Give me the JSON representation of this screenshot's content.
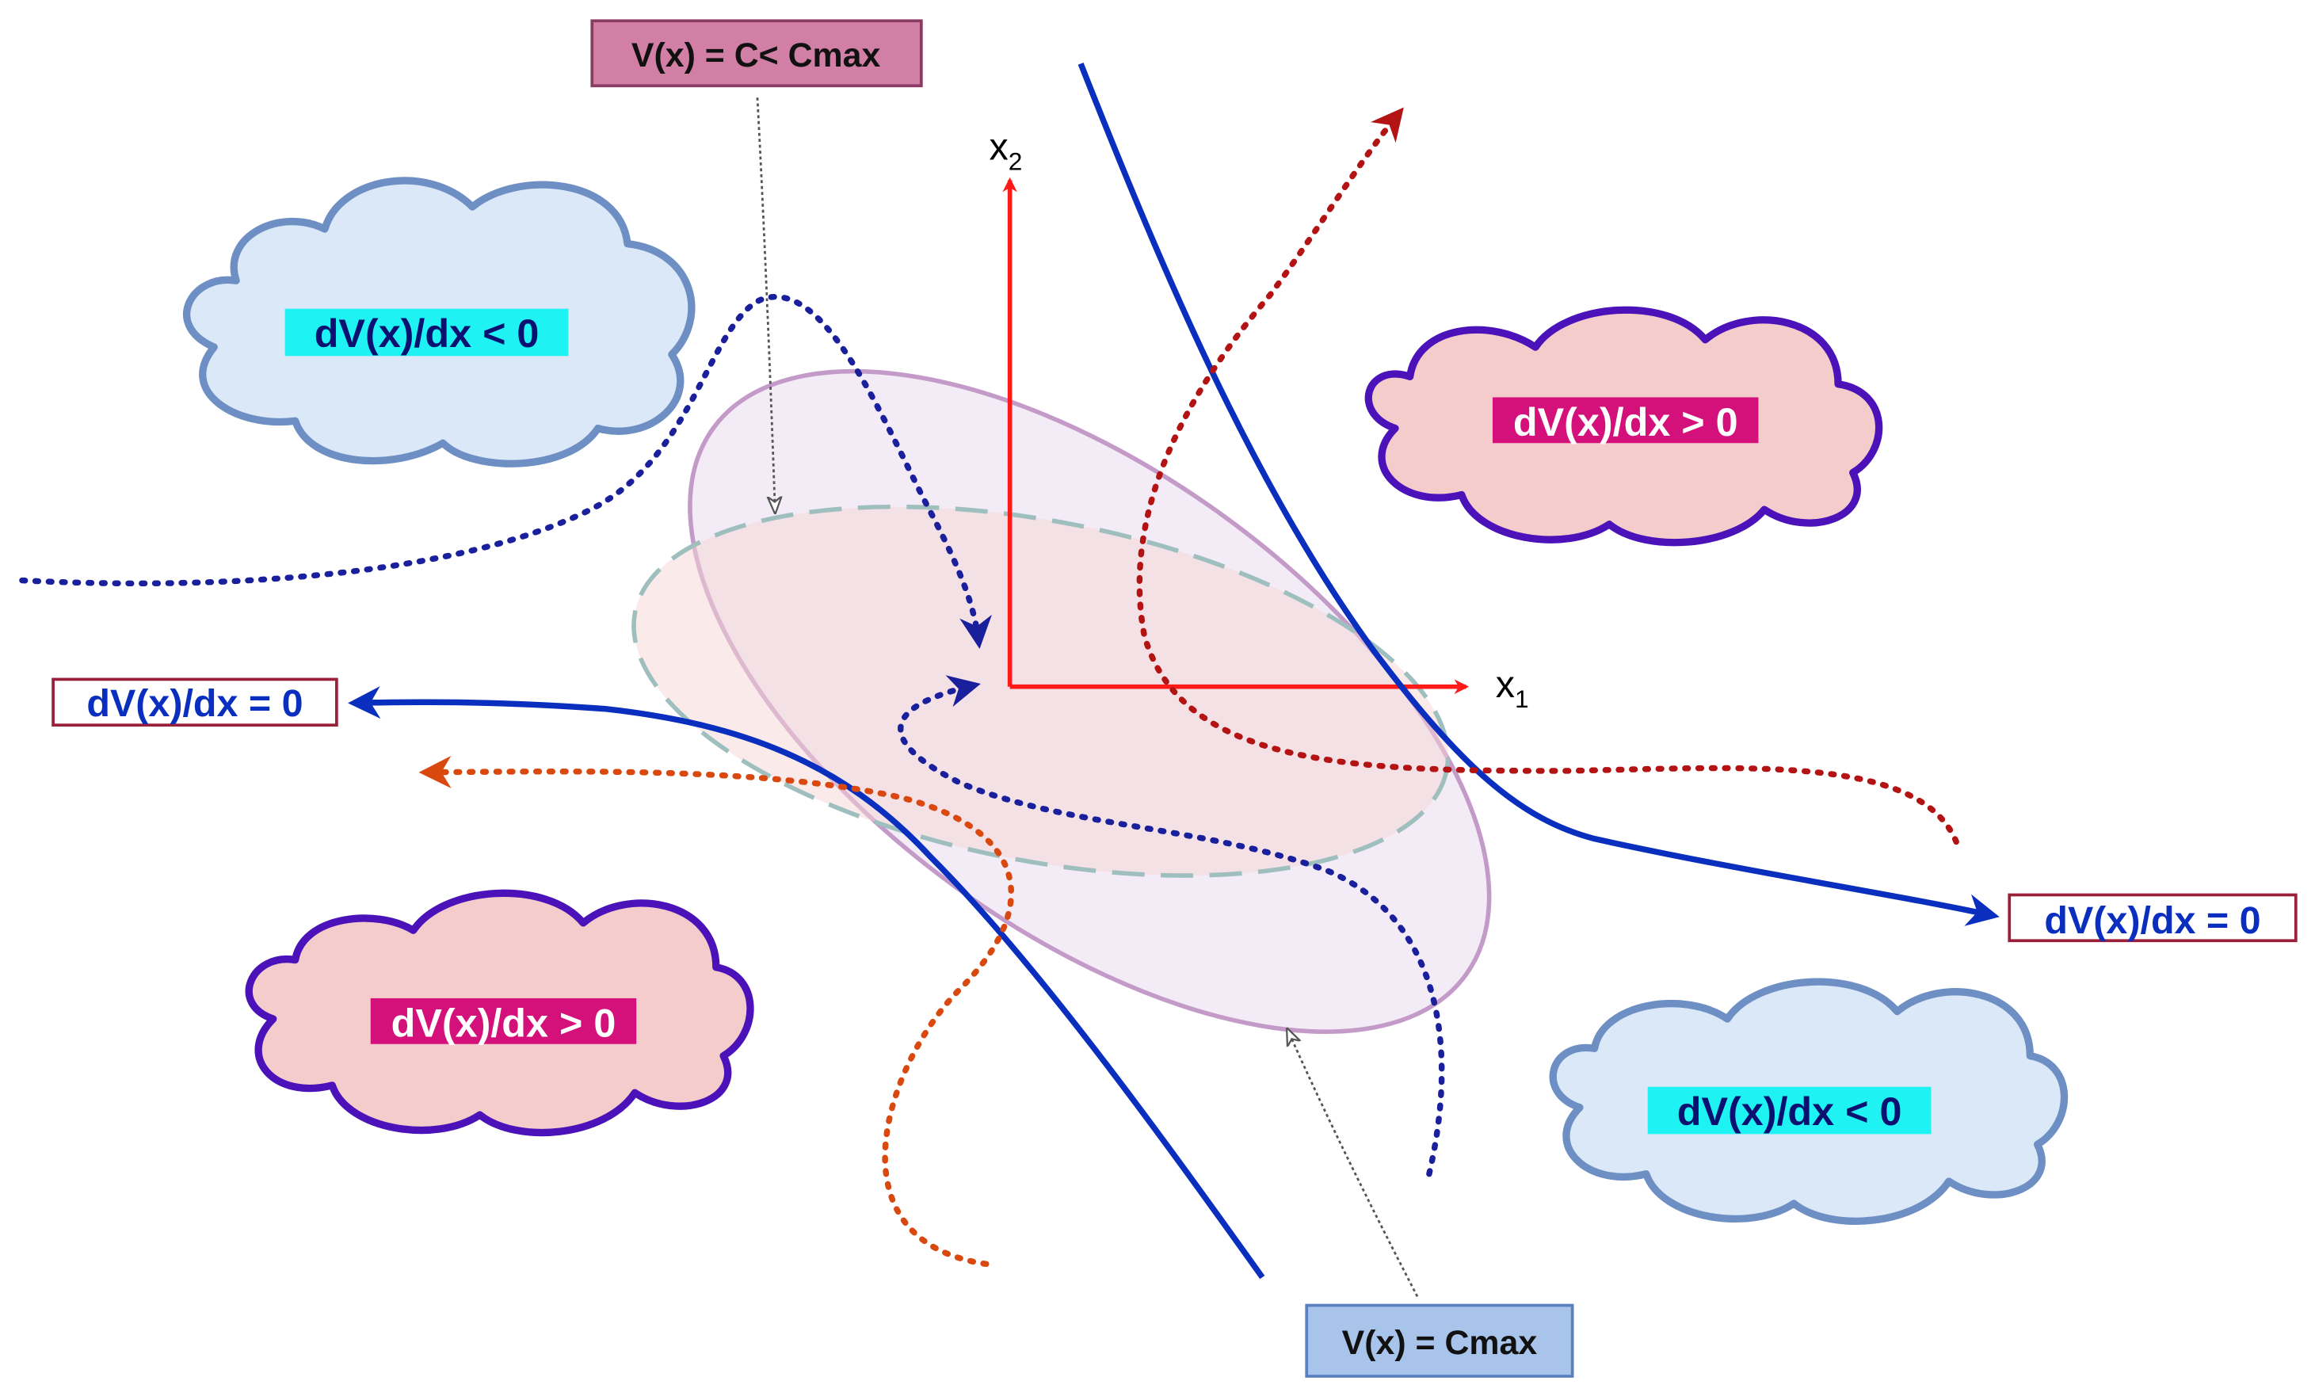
{
  "axes": {
    "x_label": "x",
    "x_sub": "1",
    "y_label": "x",
    "y_sub": "2"
  },
  "labels": {
    "cloud_neg_top_left": "dV(x)/dx < 0",
    "cloud_pos_top_right": "dV(x)/dx > 0",
    "cloud_pos_bottom_left": "dV(x)/dx > 0",
    "cloud_neg_bottom_right": "dV(x)/dx < 0",
    "zero_left": "dV(x)/dx = 0",
    "zero_right": "dV(x)/dx = 0",
    "callout_c_less_cmax": "V(x) = C< Cmax",
    "callout_cmax": "V(x) = Cmax"
  },
  "colors": {
    "axis": "#ff1a1a",
    "separatrix": "#0a2fbf",
    "blue_dotted": "#1a1f9c",
    "red_dotted": "#b31313",
    "orange_dotted": "#d9480f",
    "ellipse_cmax_fill": "#eadcf0",
    "ellipse_cmax_stroke": "#c49bc8",
    "ellipse_c_fill": "#f6d6d6",
    "ellipse_c_stroke": "#9fbfbf",
    "cloud_neg_fill": "#dbe8f8",
    "cloud_neg_stroke": "#6d8fc4",
    "cloud_pos_fill": "#f4cccc",
    "cloud_pos_stroke": "#4a12b8",
    "label_cyan_bg": "#1ff2f2",
    "label_magenta_bg": "#d4117a",
    "callout_top_bg": "#d27fa6",
    "callout_bottom_bg": "#a9c4ea"
  }
}
